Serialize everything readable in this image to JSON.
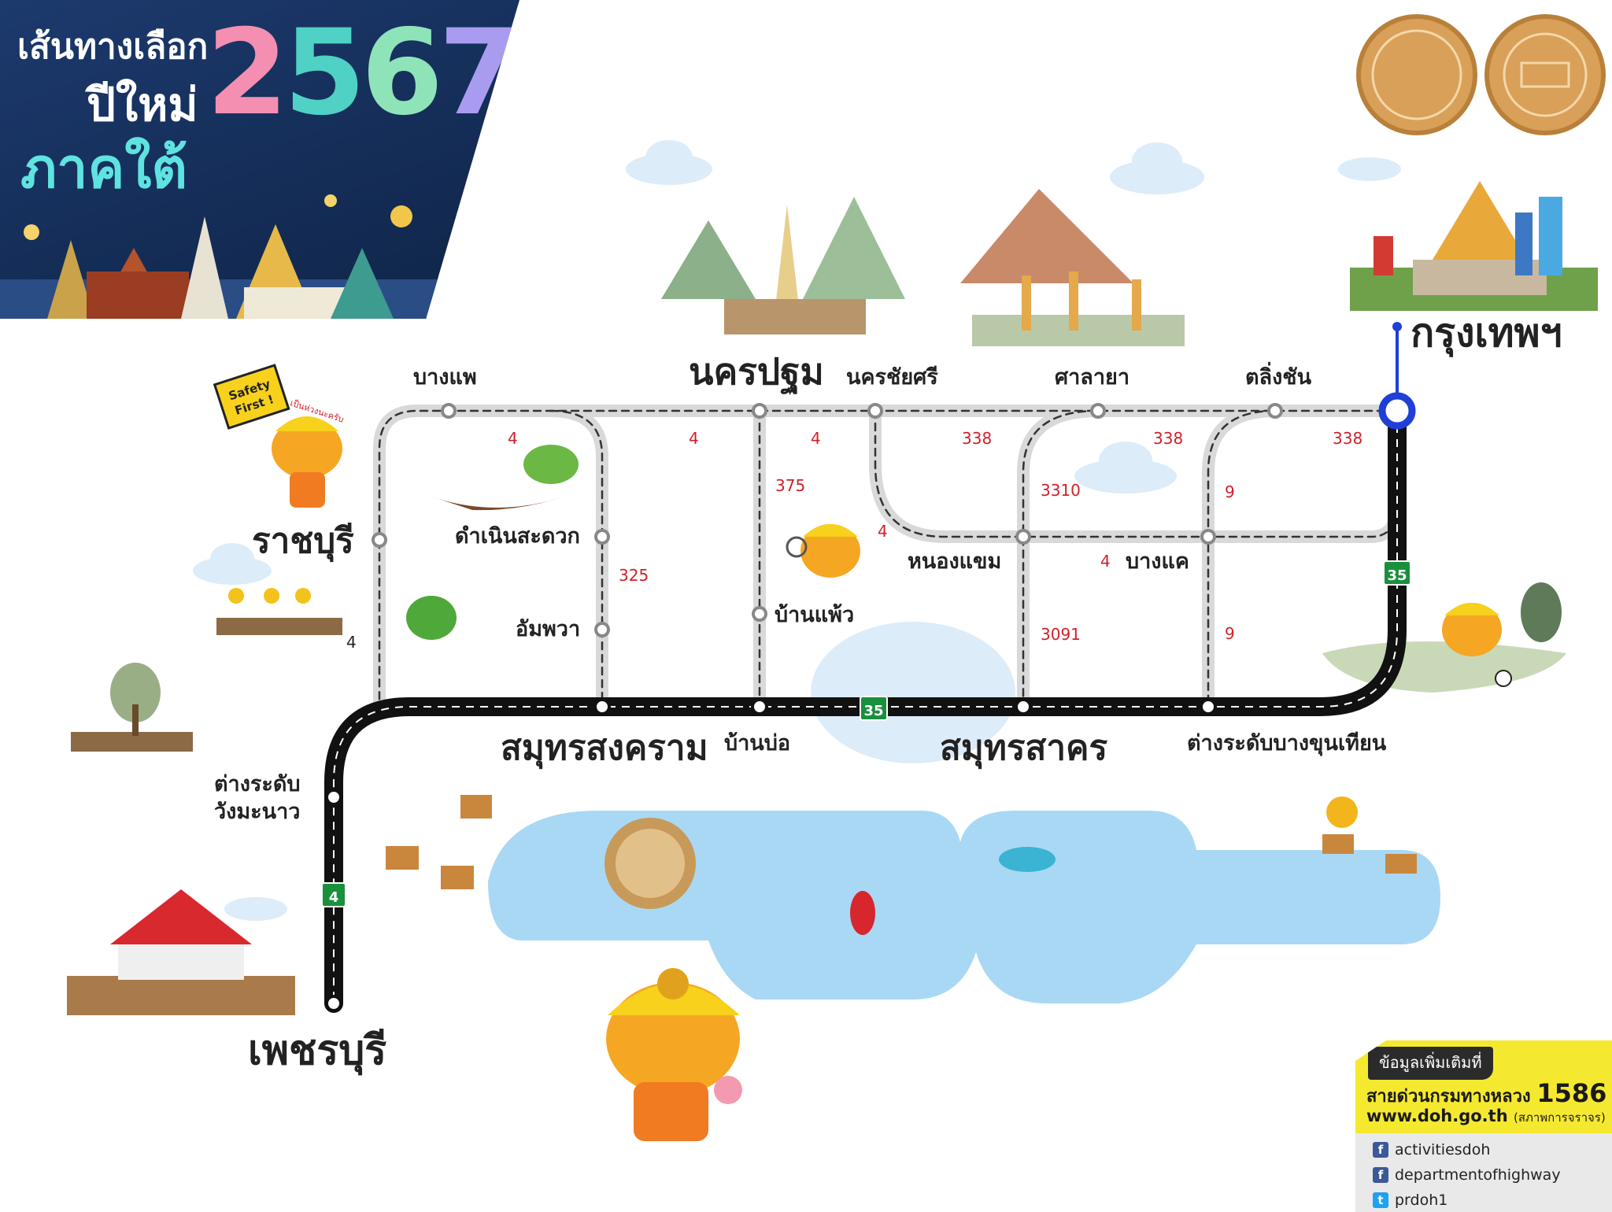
{
  "banner": {
    "line1": "เส้นทางเลือก",
    "line2": "ปีใหม่",
    "line3": "ภาคใต้",
    "year_digits": [
      "2",
      "5",
      "6",
      "7"
    ],
    "year_colors": [
      "#f48fb1",
      "#4fd1c5",
      "#8ee4b8",
      "#a99cf0"
    ]
  },
  "cities": {
    "bangkok": "กรุงเทพฯ",
    "nakhon_pathom": "นครปฐม",
    "ratchaburi": "ราชบุรี",
    "phetchaburi": "เพชรบุรี",
    "samut_songkhram": "สมุทรสงคราม",
    "samut_sakhon": "สมุทรสาคร"
  },
  "places": {
    "bang_phae": "บางแพ",
    "nakhon_chai_si": "นครชัยศรี",
    "salaya": "ศาลายา",
    "taling_chan": "ตลิ่งชัน",
    "damnoen_saduak": "ดำเนินสะดวก",
    "amphawa": "อัมพวา",
    "ban_phaeo": "บ้านแพ้ว",
    "nong_khaem": "หนองแขม",
    "bang_khae": "บางแค",
    "ban_bo": "บ้านบ่อ",
    "bang_khun_thian": "ต่างระดับบางขุนเทียน",
    "wang_manao_1": "ต่างระดับ",
    "wang_manao_2": "วังมะนาว"
  },
  "route_numbers": {
    "r4_a": "4",
    "r4_b": "4",
    "r4_c": "4",
    "r4_d": "4",
    "r4_e": "4",
    "r4_f": "4",
    "r338_a": "338",
    "r338_b": "338",
    "r338_c": "338",
    "r375": "375",
    "r325": "325",
    "r3310": "3310",
    "r3091": "3091",
    "r9_a": "9",
    "r9_b": "9"
  },
  "shields": {
    "s35_a": "35",
    "s35_b": "35",
    "s4": "4"
  },
  "mascot_sign": {
    "line1": "Safety",
    "line2": "First !",
    "note": "เป็นห่วงนะครับ"
  },
  "info": {
    "more": "ข้อมูลเพิ่มเติมที่",
    "hotline_text": "สายด่วนกรมทางหลวง",
    "hotline_number": "1586",
    "website": "www.doh.go.th",
    "website_note": "(สภาพการจราจร)",
    "fb1": "activitiesdoh",
    "fb2": "departmentofhighway",
    "tw": "prdoh1"
  },
  "colors": {
    "main_road": "#111111",
    "alt_road": "#d9d9d9",
    "route_num": "#d0202a",
    "bangkok_node": "#1f3fd6",
    "shield": "#1a8f3c",
    "sea": "#a9d8f5"
  }
}
